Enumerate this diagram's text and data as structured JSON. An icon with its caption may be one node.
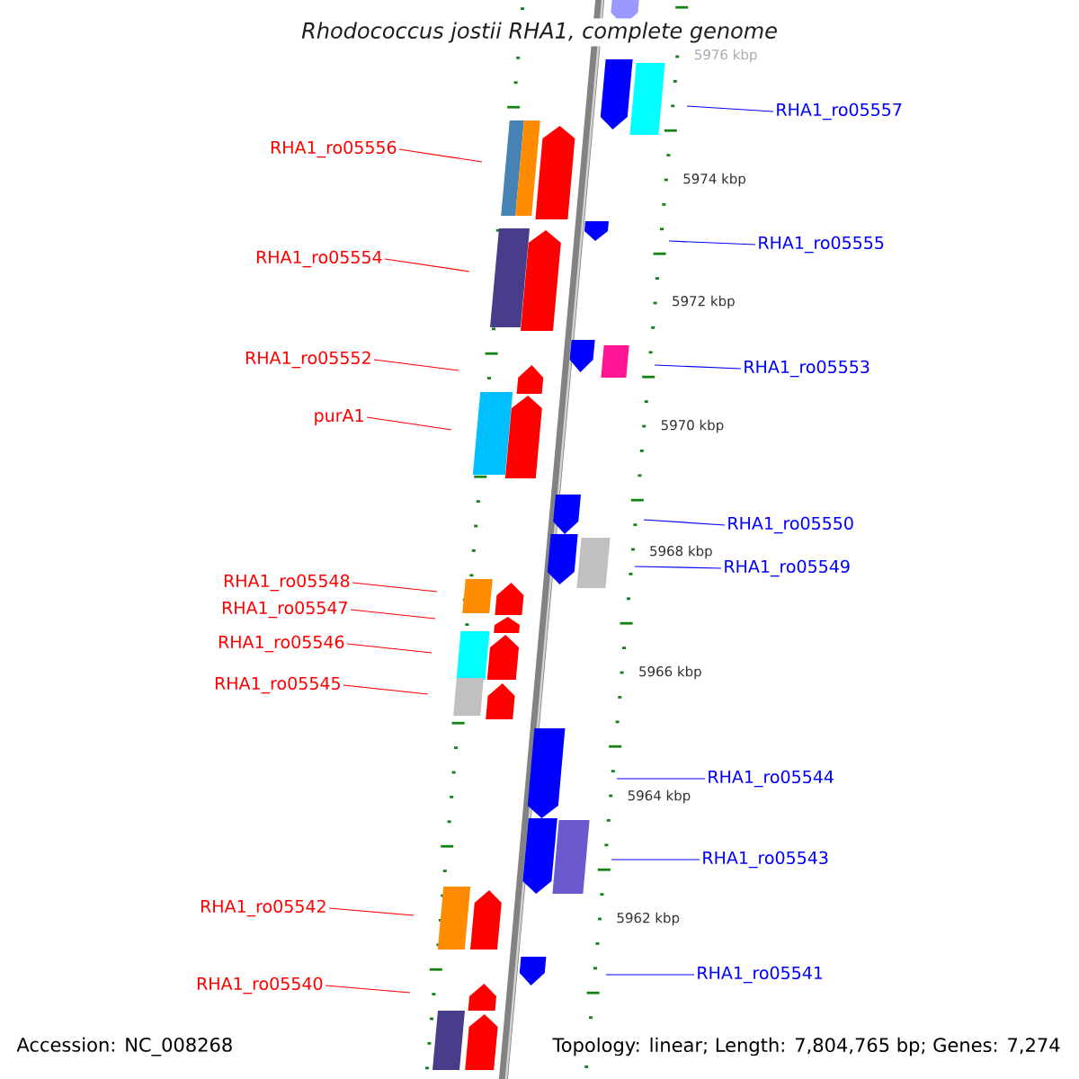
{
  "diagram": {
    "title": "Rhodococcus jostii RHA1, complete genome",
    "nodes": [
      {
        "text": [
          "RHA1_ro05557"
        ]
      },
      {
        "text": [
          "RHA1_ro05556"
        ]
      },
      {
        "text": [
          "RHA1_ro05555"
        ]
      },
      {
        "text": [
          "RHA1_ro05554"
        ]
      },
      {
        "text": [
          "RHA1_ro05552"
        ]
      },
      {
        "text": [
          "RHA1_ro05553"
        ]
      },
      {
        "text": [
          "purA1"
        ]
      },
      {
        "text": [
          "RHA1_ro05550"
        ]
      },
      {
        "text": [
          "RHA1_ro05549"
        ]
      },
      {
        "text": [
          "RHA1_ro05548"
        ]
      },
      {
        "text": [
          "RHA1_ro05547"
        ]
      },
      {
        "text": [
          "RHA1_ro05546"
        ]
      },
      {
        "text": [
          "RHA1_ro05545"
        ]
      },
      {
        "text": [
          "RHA1_ro05544"
        ]
      },
      {
        "text": [
          "RHA1_ro05543"
        ]
      },
      {
        "text": [
          "RHA1_ro05542"
        ]
      },
      {
        "text": [
          "RHA1_ro05541"
        ]
      },
      {
        "text": [
          "RHA1_ro05540"
        ]
      }
    ],
    "edges": [
      {
        "from": 0,
        "to": null,
        "arrow": "none",
        "color": "#0000ff"
      },
      {
        "from": 1,
        "to": null,
        "arrow": "none"
      },
      {
        "from": 2,
        "to": null,
        "arrow": "none",
        "color": "#0000ff"
      },
      {
        "from": 3,
        "to": null,
        "arrow": "none"
      },
      {
        "from": 4,
        "to": null,
        "arrow": "none"
      },
      {
        "from": 5,
        "to": null,
        "arrow": "none",
        "color": "#0000ff"
      },
      {
        "from": 6,
        "to": null,
        "arrow": "none"
      },
      {
        "from": 7,
        "to": null,
        "arrow": "none",
        "color": "#0000ff"
      },
      {
        "from": 8,
        "to": null,
        "arrow": "none",
        "color": "#0000ff"
      },
      {
        "from": 9,
        "to": null,
        "arrow": "none"
      },
      {
        "from": 10,
        "to": null,
        "arrow": "none"
      },
      {
        "from": 11,
        "to": null,
        "arrow": "none"
      },
      {
        "from": 12,
        "to": null,
        "arrow": "none"
      },
      {
        "from": 13,
        "to": null,
        "arrow": "none",
        "color": "#0000ff"
      },
      {
        "from": 14,
        "to": null,
        "arrow": "none",
        "color": "#0000ff"
      },
      {
        "from": 15,
        "to": null,
        "arrow": "none"
      },
      {
        "from": 16,
        "to": null,
        "arrow": "none",
        "color": "#0000ff"
      },
      {
        "from": 17,
        "to": null,
        "arrow": "none"
      }
    ],
    "labels": [
      "5976 kbp",
      "5974 kbp",
      "5972 kbp",
      "5970 kbp",
      "5968 kbp",
      "5966 kbp",
      "5964 kbp",
      "5962 kbp",
      "Accession: NC_008268",
      "Topology: linear; Length: 7,804,765 bp; Genes: 7,274"
    ]
  }
}
